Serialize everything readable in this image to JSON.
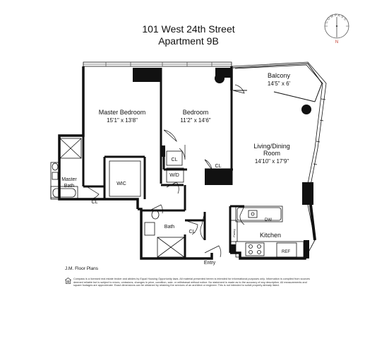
{
  "header": {
    "address": "101 West 24th Street",
    "unit": "Apartment 9B"
  },
  "compass": {
    "label": "COMPASS",
    "north": "N"
  },
  "rooms": {
    "balcony": {
      "name": "Balcony",
      "size": "14'5\" x 6'"
    },
    "master_bedroom": {
      "name": "Master Bedroom",
      "size": "15'1\" x 13'8\""
    },
    "bedroom": {
      "name": "Bedroom",
      "size": "11'2\" x 14'6\""
    },
    "living_dining": {
      "name_line1": "Living/Dining",
      "name_line2": "Room",
      "size": "14'10\" x 17'9\""
    },
    "master_bath": {
      "name_line1": "Master",
      "name_line2": "Bath"
    },
    "wic": "WIC",
    "closet_master": "CL",
    "closet_bedroom_left": "CL",
    "closet_bedroom_right": "CL",
    "closet_bath": "CL",
    "washer_dryer": "W/D",
    "bath": "Bath",
    "kitchen": "Kitchen",
    "dishwasher": "DW",
    "refrigerator": "REF",
    "pantry": "Pantry",
    "entry": "Entry"
  },
  "footer": {
    "credit": "J.M. Floor Plans",
    "disclaimer": "Compass is a licensed real estate broker and abides by Equal Housing Opportunity laws. All material presented herein is intended for informational purposes only. Information is compiled from sources deemed reliable but is subject to errors, omissions, changes in price, condition, sale, or withdrawal without notice. No statement is made as to the accuracy of any description. All measurements and square footages are approximate. Exact dimensions can be obtained by retaining the services of an architect or engineer. This is not intended to solicit property already listed."
  }
}
